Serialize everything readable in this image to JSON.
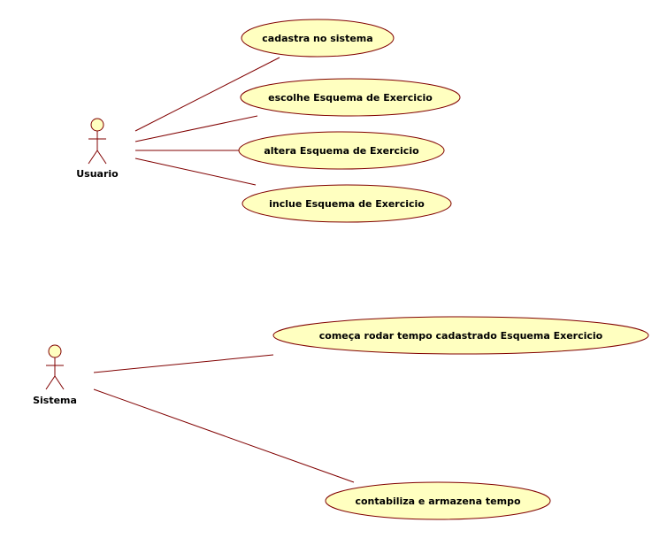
{
  "colors": {
    "usecase_fill": "#ffffc0",
    "stroke": "#800000",
    "background": "#ffffff"
  },
  "actors": [
    {
      "id": "usuario",
      "label": "Usuario"
    },
    {
      "id": "sistema",
      "label": "Sistema"
    }
  ],
  "use_cases": [
    {
      "id": "uc1",
      "label": "cadastra no sistema"
    },
    {
      "id": "uc2",
      "label": "escolhe Esquema de Exercicio"
    },
    {
      "id": "uc3",
      "label": "altera Esquema de Exercicio"
    },
    {
      "id": "uc4",
      "label": "inclue Esquema de Exercicio"
    },
    {
      "id": "uc5",
      "label": "começa rodar tempo cadastrado Esquema Exercicio"
    },
    {
      "id": "uc6",
      "label": "contabiliza e armazena tempo"
    }
  ],
  "associations": [
    {
      "from": "usuario",
      "to": "uc1"
    },
    {
      "from": "usuario",
      "to": "uc2"
    },
    {
      "from": "usuario",
      "to": "uc3"
    },
    {
      "from": "usuario",
      "to": "uc4"
    },
    {
      "from": "sistema",
      "to": "uc5"
    },
    {
      "from": "sistema",
      "to": "uc6"
    }
  ]
}
